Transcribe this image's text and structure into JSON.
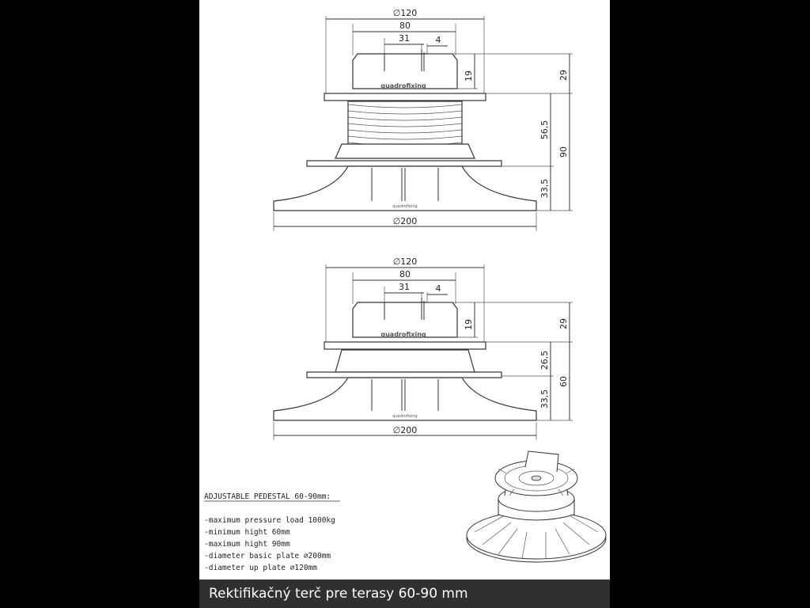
{
  "diagram_top": {
    "dia_top": "∅120",
    "w80": "80",
    "w31": "31",
    "w4": "4",
    "h19": "19",
    "h29": "29",
    "h56": "56,5",
    "h90": "90",
    "h33": "33,5",
    "dia_base": "∅200",
    "brand": "quadrofixing",
    "brand_small": "quadrofixing"
  },
  "diagram_bottom": {
    "dia_top": "∅120",
    "w80": "80",
    "w31": "31",
    "w4": "4",
    "h19": "19",
    "h29": "29",
    "h26": "26,5",
    "h60": "60",
    "h33": "33,5",
    "dia_base": "∅200",
    "brand": "quadrofixing",
    "brand_small": "quadrofixing"
  },
  "specs": {
    "title": "ADJUSTABLE PEDESTAL 60-90mm:",
    "items": [
      "-maximum pressure load 1000kg",
      "-minimum hight 60mm",
      "-maximum hight 90mm",
      "-diameter basic plate  ∅200mm",
      "-diameter up plate  ∅120mm"
    ]
  },
  "caption": "Rektifikačný terč pre terasy 60-90 mm",
  "colors": {
    "background": "#000000",
    "page": "#ffffff",
    "caption_bar": "#303030",
    "line": "#333333"
  }
}
